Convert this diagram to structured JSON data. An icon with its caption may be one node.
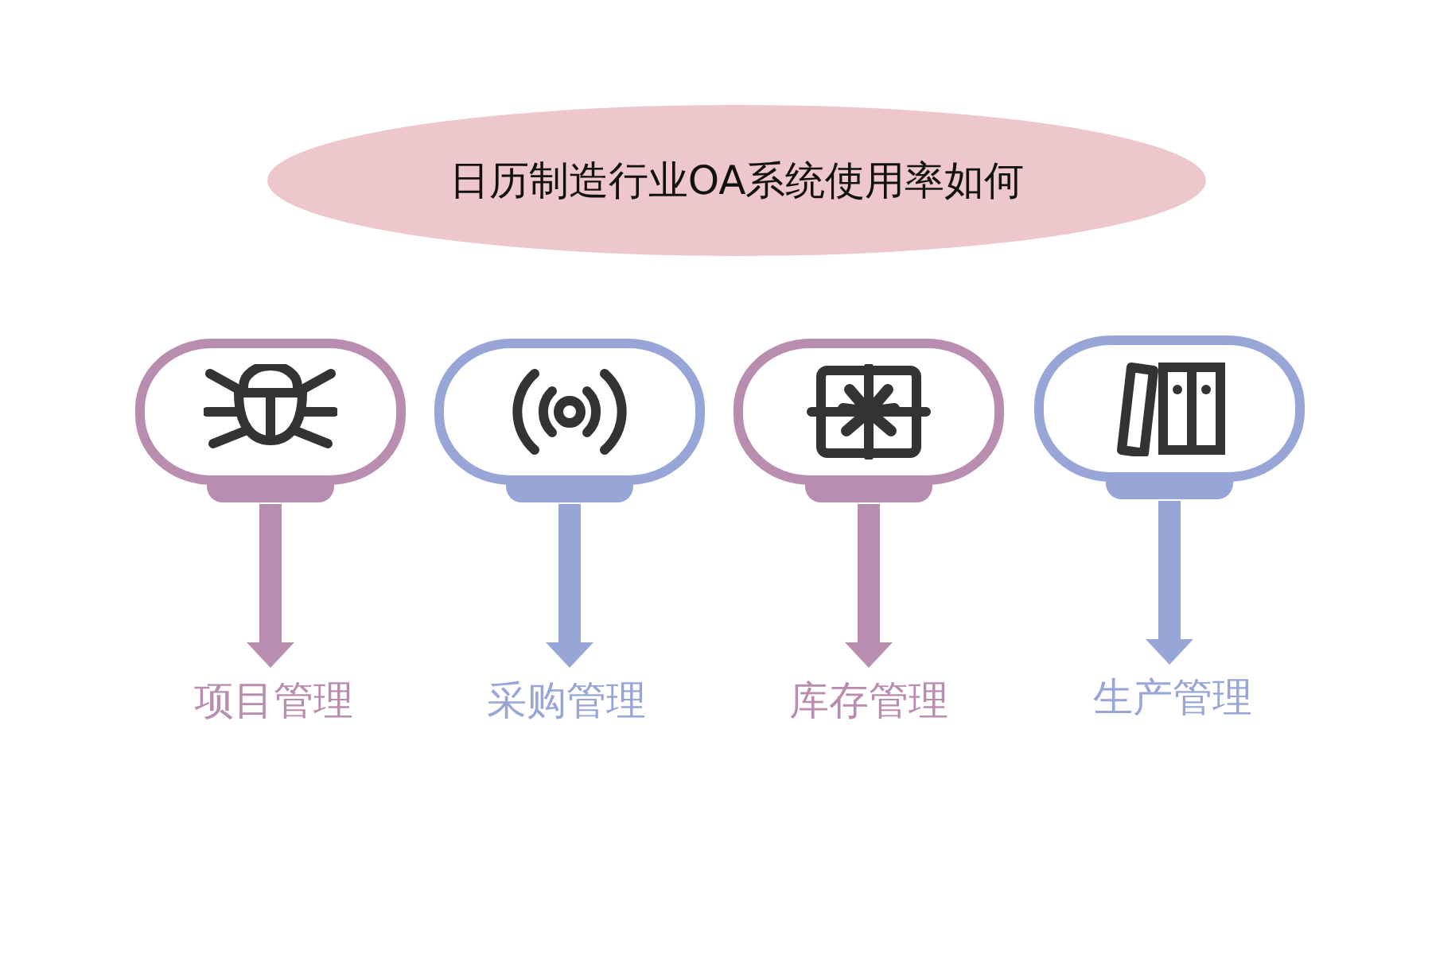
{
  "diagram": {
    "title": "日历制造行业OA系统使用率如何",
    "nodes": [
      {
        "text": [],
        "shape": "box"
      },
      {
        "text": [],
        "shape": "box"
      },
      {
        "text": [],
        "shape": "box"
      },
      {
        "text": [],
        "shape": "box"
      },
      {
        "text": [
          "项目管理"
        ]
      },
      {
        "text": [
          "采购管理"
        ]
      },
      {
        "text": [
          "库存管理"
        ]
      },
      {
        "text": [
          "生产管理"
        ]
      }
    ],
    "edges": [
      {
        "from": 0,
        "to": 4,
        "arrow": "to",
        "color": "#b98db0"
      },
      {
        "from": 1,
        "to": 5,
        "arrow": "to",
        "color": "#97a6d6"
      },
      {
        "from": 2,
        "to": 6,
        "arrow": "to",
        "color": "#b98db0"
      },
      {
        "from": 3,
        "to": 7,
        "arrow": "to",
        "color": "#97a6d6"
      }
    ]
  }
}
